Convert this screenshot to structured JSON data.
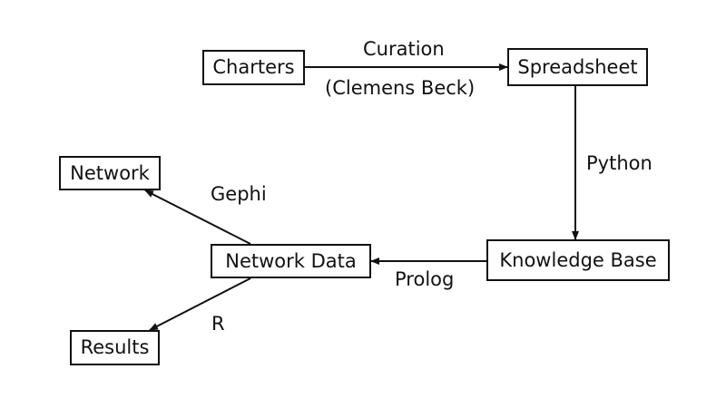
{
  "nodes": {
    "charters": "Charters",
    "spreadsheet": "Spreadsheet",
    "knowledge_base": "Knowledge Base",
    "network_data": "Network Data",
    "network": "Network",
    "results": "Results"
  },
  "edge_labels": {
    "curation": "Curation",
    "curator": "(Clemens Beck)",
    "python": "Python",
    "prolog": "Prolog",
    "gephi": "Gephi",
    "r": "R"
  },
  "colors": {
    "stroke": "#111111",
    "background": "#ffffff"
  }
}
